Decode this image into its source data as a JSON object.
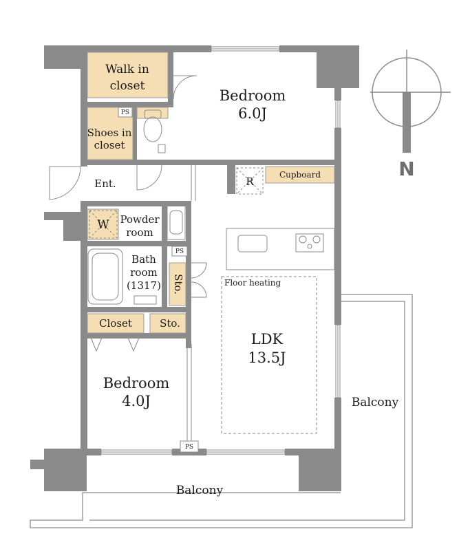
{
  "rooms": {
    "walk_in_closet": [
      "Walk in",
      "closet"
    ],
    "bedroom_main": {
      "name": "Bedroom",
      "size": "6.0J"
    },
    "shoes_in_closet": [
      "Shoes in",
      "closet"
    ],
    "entrance": "Ent.",
    "refrigerator": "R",
    "cupboard": "Cupboard",
    "washer": "W",
    "powder_room": [
      "Powder",
      "room"
    ],
    "bath_room": [
      "Bath",
      "room",
      "(1317)"
    ],
    "storage_1": "Sto.",
    "closet": "Closet",
    "storage_2": "Sto.",
    "bedroom_small": {
      "name": "Bedroom",
      "size": "4.0J"
    },
    "floor_heating": "Floor heating",
    "ldk": {
      "name": "LDK",
      "size": "13.5J"
    },
    "balcony_east": "Balcony",
    "balcony_south": "Balcony"
  },
  "pipe_space": [
    "PS",
    "PS",
    "PS"
  ],
  "compass": {
    "direction": "N"
  },
  "colors": {
    "wall": "#8a8a8a",
    "storage_fill": "#f5deb3",
    "outline": "#9a9a9a",
    "ink": "#1a1a1a"
  }
}
